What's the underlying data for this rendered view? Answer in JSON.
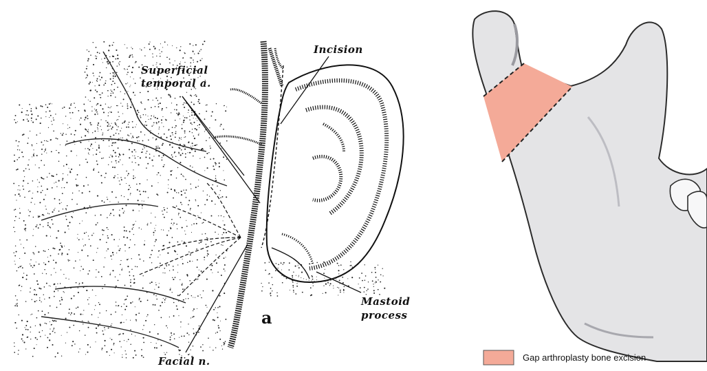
{
  "left_panel": {
    "labels": {
      "superficial_temporal_line1": "Superficial",
      "superficial_temporal_line2": "temporal a.",
      "incision": "Incision",
      "mastoid_line1": "Mastoid",
      "mastoid_line2": "process",
      "facial_nerve": "Facial n.",
      "panel_letter": "a"
    }
  },
  "right_panel": {
    "legend": {
      "label": "Gap arthroplasty bone excision",
      "swatch_color": "#f4aa98"
    },
    "colors": {
      "bone_fill": "#e4e4e6",
      "bone_outline": "#2b2b2b",
      "excision_fill": "#f4aa98"
    }
  }
}
